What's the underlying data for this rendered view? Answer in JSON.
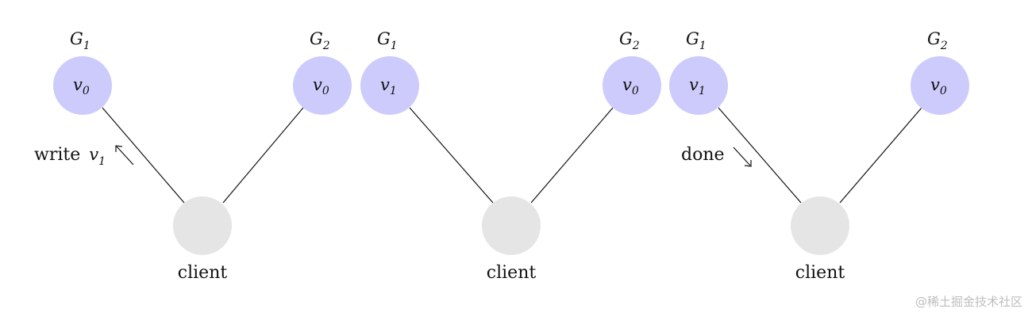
{
  "diagram": {
    "colors": {
      "server_fill": "#cccbfc",
      "client_fill": "#e5e5e5",
      "edge": "#111111",
      "text": "#111111"
    },
    "panels": [
      {
        "g1_label": "G",
        "g1_sub": "1",
        "g2_label": "G",
        "g2_sub": "2",
        "g1_value": "v",
        "g1_value_sub": "0",
        "g2_value": "v",
        "g2_value_sub": "0",
        "client_label": "client",
        "annotation": "write",
        "annotation_var": "v",
        "annotation_var_sub": "1",
        "arrow": "up-left-arrow"
      },
      {
        "g1_label": "G",
        "g1_sub": "1",
        "g2_label": "G",
        "g2_sub": "2",
        "g1_value": "v",
        "g1_value_sub": "1",
        "g2_value": "v",
        "g2_value_sub": "0",
        "client_label": "client"
      },
      {
        "g1_label": "G",
        "g1_sub": "1",
        "g2_label": "G",
        "g2_sub": "2",
        "g1_value": "v",
        "g1_value_sub": "1",
        "g2_value": "v",
        "g2_value_sub": "0",
        "client_label": "client",
        "annotation": "done",
        "arrow": "down-right-arrow"
      }
    ],
    "watermark": "@稀土掘金技术社区"
  }
}
